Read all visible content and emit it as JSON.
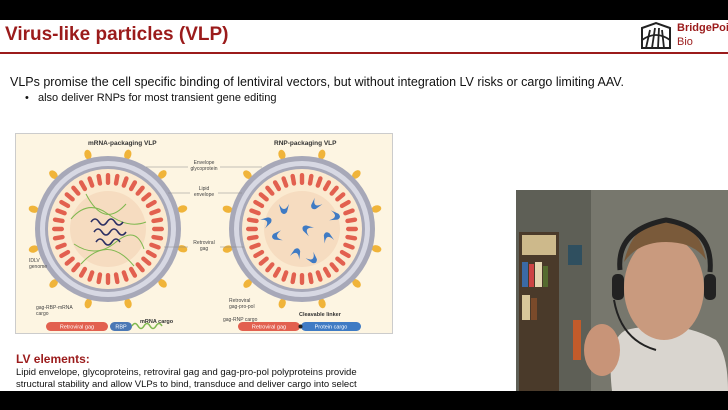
{
  "slide": {
    "title": "Virus-like particles (VLP)",
    "logo": {
      "name": "BridgePoint",
      "sub": "Bio"
    },
    "intro": "VLPs promise the cell specific binding of lentiviral vectors, but without integration LV risks or cargo limiting AAV.",
    "bullet": "also deliver RNPs for most transient gene editing",
    "lv_elements": {
      "heading": "LV elements:",
      "body": "Lipid envelope, glycoproteins, retroviral gag and gag-pro-pol polyproteins provide structural stability and allow VLPs to bind, transduce and deliver cargo into select"
    }
  },
  "figure": {
    "left_title": "mRNA-packaging VLP",
    "right_title": "RNP-packaging VLP",
    "center_labels": [
      "Envelope",
      "glycoprotein",
      "Lipid",
      "envelope",
      "Retroviral",
      "gag"
    ],
    "left_labels": [
      "IDLV",
      "genome",
      "gag-RBP-mRNA",
      "cargo"
    ],
    "right_labels": [
      "Retroviral",
      "gag-pro-pol",
      "gag-RNP cargo"
    ],
    "legend_left": {
      "gag": "Retroviral gag",
      "rbp": "RBP",
      "cargo": "mRNA cargo"
    },
    "legend_right": {
      "linker": "Cleavable linker",
      "gag": "Retroviral gag",
      "cargo": "Protein cargo"
    },
    "colors": {
      "envelope": "#f0b43a",
      "membrane": "#b9bac8",
      "gag": "#e2604f",
      "rbp": "#4b78b5",
      "rnp": "#3f7bc4",
      "rna": "#7fb84f"
    }
  },
  "webcam": {
    "label": "presenter-webcam"
  }
}
